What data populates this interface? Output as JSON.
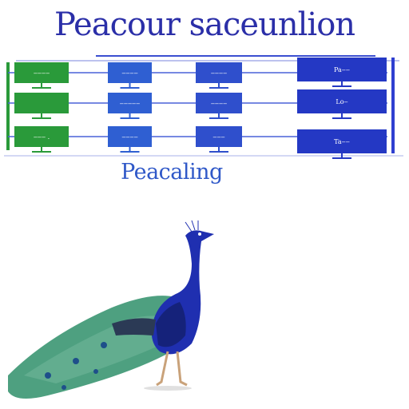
{
  "title": "Peacour saceunlion",
  "subtitle": "Peacaling",
  "diagram": {
    "columns": [
      {
        "id": "col-1",
        "color": "#2a9a3a",
        "nodes": [
          {
            "label": "‒‒‒‒"
          },
          {
            "label": ""
          },
          {
            "label": "‒‒‒ ."
          }
        ]
      },
      {
        "id": "col-2",
        "color": "#2f5fd2",
        "nodes": [
          {
            "label": "‒‒‒‒"
          },
          {
            "label": "‒‒‒‒‒"
          },
          {
            "label": "‒‒‒‒"
          }
        ]
      },
      {
        "id": "col-3",
        "color": "#2f4fcc",
        "nodes": [
          {
            "label": "‒‒‒‒"
          },
          {
            "label": "‒‒‒‒"
          },
          {
            "label": "‒‒‒"
          }
        ]
      },
      {
        "id": "col-4",
        "color": "#2438c4",
        "nodes": [
          {
            "label": "Pa‒‒"
          },
          {
            "label": "Lo‒"
          },
          {
            "label": "Ta‒‒"
          }
        ]
      }
    ]
  },
  "colors": {
    "title": "#2b2fa8",
    "subtitle": "#2f58c8",
    "peacock_body": "#1f2fb0",
    "peacock_tail": "#2f8f6a"
  }
}
